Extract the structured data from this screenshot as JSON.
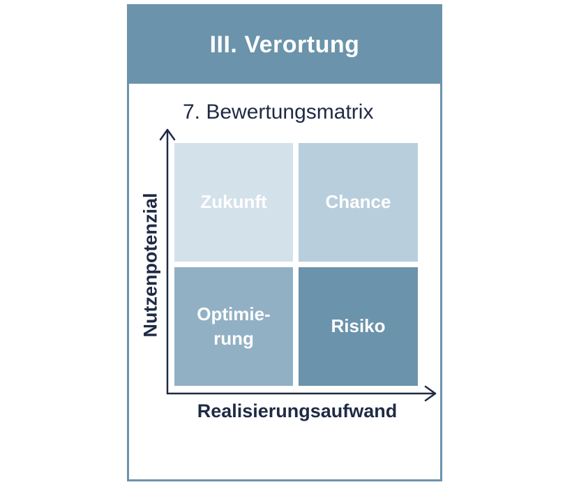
{
  "header": {
    "title": "III. Verortung"
  },
  "matrix": {
    "title": "7. Bewertungsmatrix",
    "x_axis_label": "Realisierungsaufwand",
    "y_axis_label": "Nutzenpotenzial",
    "cells": {
      "top_left": "Zukunft",
      "top_right": "Chance",
      "bottom_left_line1": "Optimie-",
      "bottom_left_line2": "rung",
      "bottom_right": "Risiko"
    }
  },
  "colors": {
    "frame": "#6b93ab",
    "text_dark": "#1f2a44",
    "cell_top_left": "#d3e1ea",
    "cell_top_right": "#b8cedc",
    "cell_bottom_left": "#91b0c4",
    "cell_bottom_right": "#6b93ab"
  }
}
